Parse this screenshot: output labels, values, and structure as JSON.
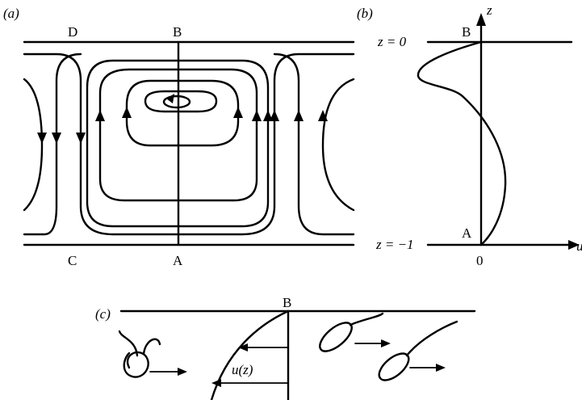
{
  "panel_a": {
    "tag": "(a)",
    "corner_top_left": "D",
    "corner_top_center": "B",
    "corner_bottom_left": "C",
    "corner_bottom_center": "A"
  },
  "panel_b": {
    "tag": "(b)",
    "z_axis_label": "z",
    "u_axis_label": "u",
    "top_level": "z = 0",
    "bottom_level": "z = −1",
    "top_point": "B",
    "bottom_point": "A",
    "origin_label": "0"
  },
  "panel_c": {
    "tag": "(c)",
    "surface_point": "B",
    "profile_label": "u(z)"
  }
}
